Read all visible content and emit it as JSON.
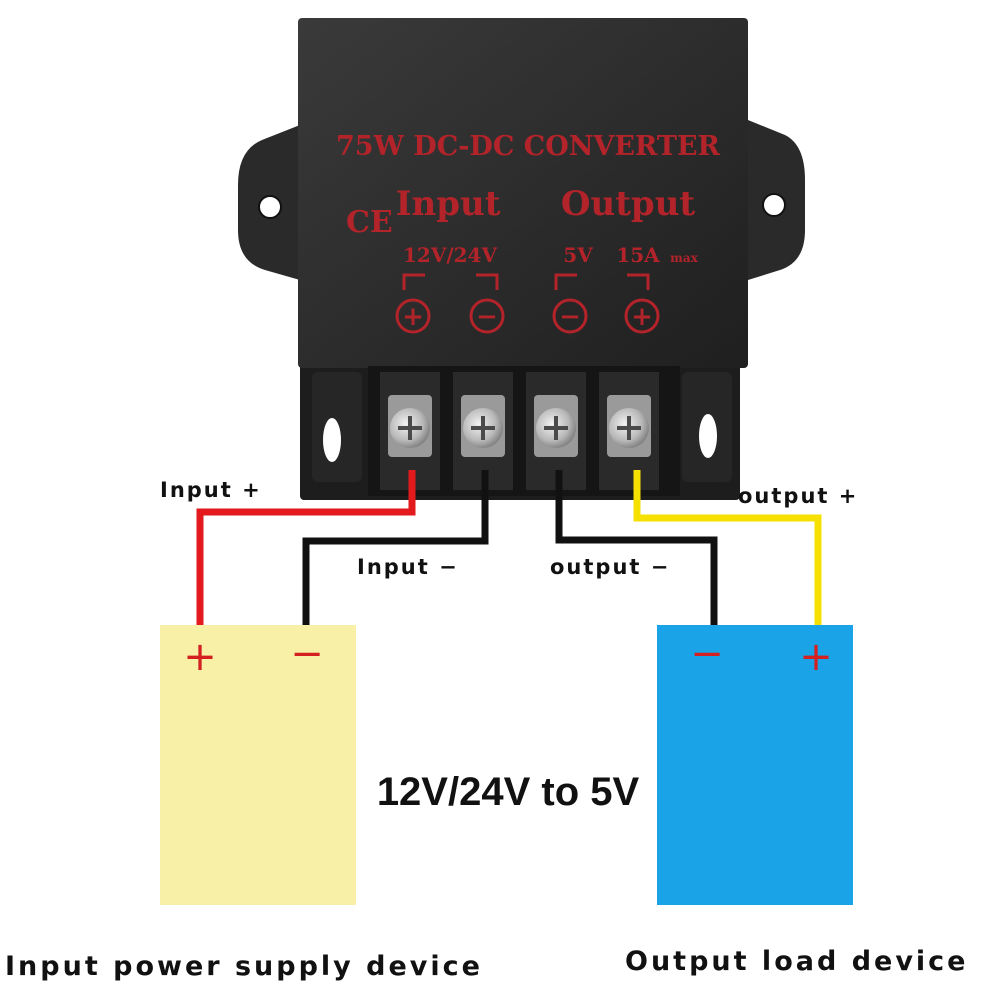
{
  "converter": {
    "title": "75W DC-DC CONVERTER",
    "ce_mark": "CE",
    "input_heading": "Input",
    "output_heading": "Output",
    "input_voltage": "12V/24V",
    "output_voltage": "5V",
    "output_current": "15A",
    "output_current_suffix": "max",
    "terminal_symbols": [
      "+",
      "−",
      "−",
      "+"
    ]
  },
  "wire_labels": {
    "input_plus": "Input +",
    "input_minus": "Input −",
    "output_minus": "output −",
    "output_plus": "output +"
  },
  "devices": {
    "input": {
      "name": "Input power supply device",
      "plus": "+",
      "minus": "−",
      "color": "#f7f0a6"
    },
    "output": {
      "name": "Output load device",
      "minus": "−",
      "plus": "+",
      "color": "#1aa3e6"
    }
  },
  "center_caption": "12V/24V to 5V",
  "colors": {
    "wire_positive_in": "#e31a1c",
    "wire_negative": "#111111",
    "wire_positive_out": "#f5e000",
    "housing": "#2b2b2b",
    "print": "#b3232a"
  }
}
